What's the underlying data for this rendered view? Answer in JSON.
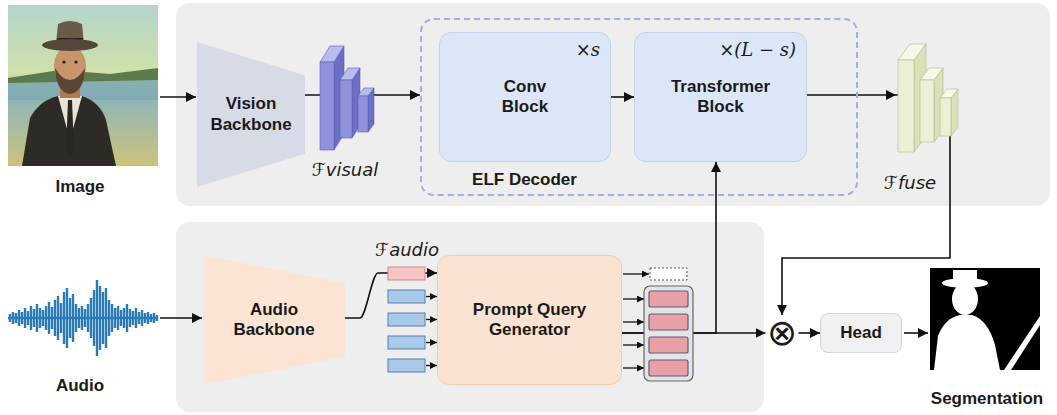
{
  "diagram": {
    "nodes": [
      {
        "text": [
          "Vision Backbone"
        ]
      },
      {
        "text": [
          "ELF Decoder"
        ]
      },
      {
        "text": [
          "Conv Block",
          "×s"
        ],
        "in": 1
      },
      {
        "text": [
          "Transformer Block",
          "×(L − s)"
        ],
        "in": 1
      },
      {
        "text": [
          "Audio Backbone"
        ]
      },
      {
        "text": [
          "Prompt Query Generator"
        ]
      },
      {
        "text": [
          "⊗"
        ]
      },
      {
        "text": [
          "Head"
        ]
      }
    ],
    "edges": [
      {
        "from": 0,
        "to": 1,
        "arrow": "to"
      },
      {
        "from": 2,
        "to": 3,
        "arrow": "to"
      },
      {
        "from": 3,
        "to": 6,
        "arrow": "to"
      },
      {
        "from": 4,
        "to": 5,
        "arrow": "to"
      },
      {
        "from": 5,
        "to": 3,
        "arrow": "to"
      },
      {
        "from": 5,
        "to": 6,
        "arrow": "to"
      },
      {
        "from": 6,
        "to": 7,
        "arrow": "to"
      }
    ],
    "labels": [
      "Image",
      "ℱvisual",
      "ℱfuse",
      "ℱaudio",
      "Audio",
      "Segmentation"
    ]
  }
}
